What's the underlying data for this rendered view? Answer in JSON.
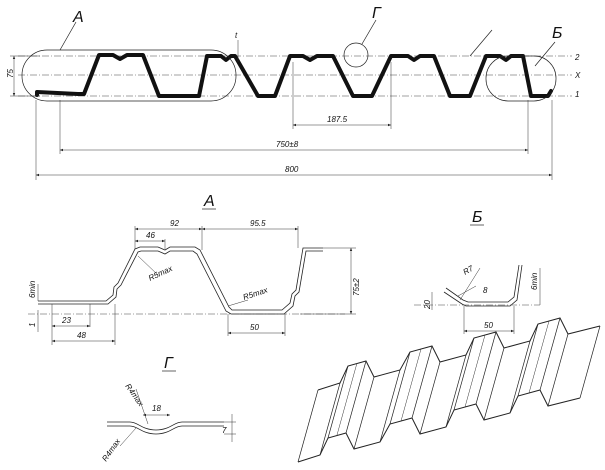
{
  "views": {
    "a": "А",
    "b": "Б",
    "g": "Г"
  },
  "main": {
    "height": "75",
    "thickness": "t",
    "pitch": "187.5",
    "cover_width": "750±8",
    "full_width": "800",
    "pos_2": "2",
    "pos_x": "X",
    "pos_1": "1"
  },
  "detail_a": {
    "top_width": "92",
    "top_inner": "46",
    "span": "95.5",
    "radius_1": "R5max",
    "radius_2": "R5max",
    "height": "75±2",
    "min_edge": "6min",
    "edge_23": "23",
    "edge_48": "48",
    "bottom_50": "50",
    "thick_1": "1"
  },
  "detail_b": {
    "r7": "R7",
    "d8": "8",
    "d20": "20",
    "bottom_50": "50",
    "min_edge": "6min"
  },
  "detail_g": {
    "r4_top": "R4max",
    "w18": "18",
    "r4_bot": "R4max",
    "h7": "7"
  }
}
